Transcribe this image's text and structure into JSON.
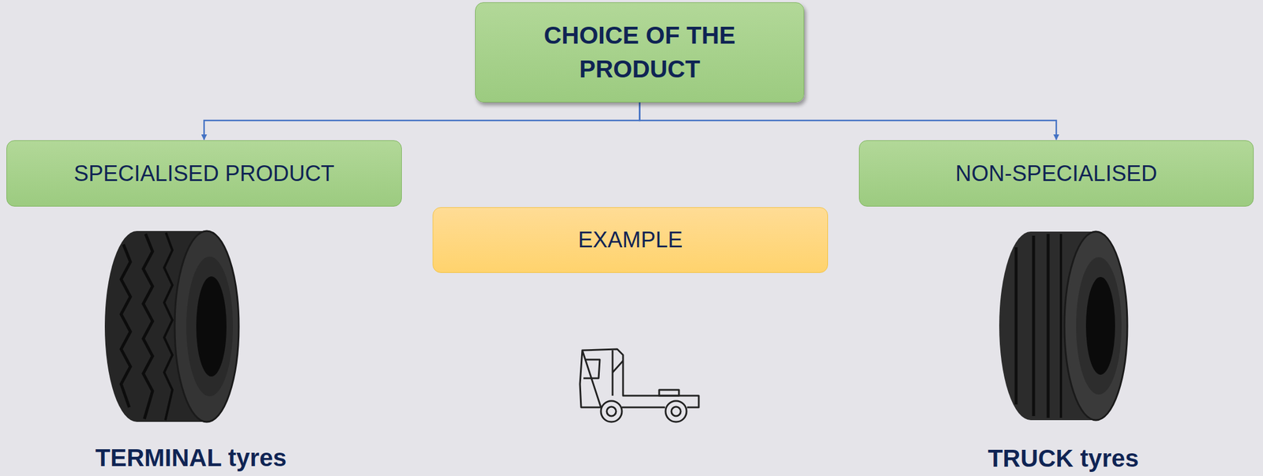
{
  "diagram": {
    "nodes": [
      {
        "text": [
          "CHOICE OF THE PRODUCT"
        ]
      },
      {
        "text": [
          "SPECIALISED PRODUCT"
        ]
      },
      {
        "text": [
          "NON-SPECIALISED"
        ]
      },
      {
        "text": [
          "EXAMPLE"
        ]
      }
    ],
    "edges": [
      {
        "from": 0,
        "to": 1,
        "arrow": "to"
      },
      {
        "from": 0,
        "to": 2,
        "arrow": "to"
      }
    ],
    "labels": [
      "TERMINAL tyres",
      "TRUCK tyres"
    ]
  }
}
